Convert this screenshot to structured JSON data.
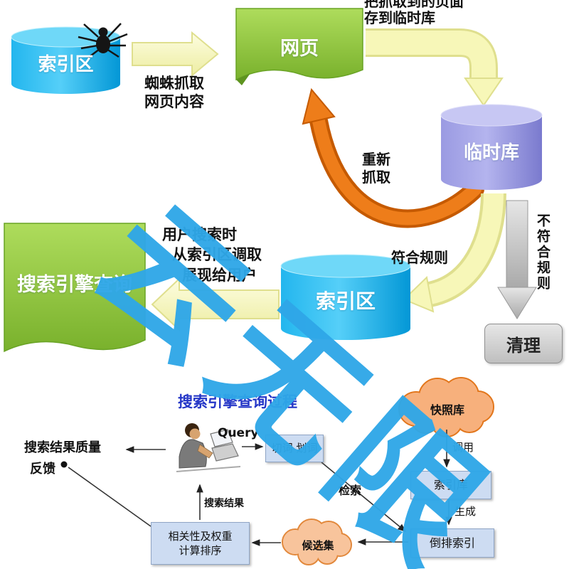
{
  "watermark": {
    "text": "云无限"
  },
  "colors": {
    "watermark_blue": "#2FA7E8",
    "cylinder_cyan": "#00AEEF",
    "cylinder_purple": "#8D8DDB",
    "document_green": "#8CC63F",
    "arrow_yellow": "#F7F7B8",
    "arrow_orange": "#EE7D1A",
    "arrow_gray": "#BFBFBF",
    "mini_box_blue": "#CDDCF2",
    "cloud_orange": "#F7B07C"
  },
  "top_flow": {
    "index_db1": "索引区",
    "webpage_doc": "网页",
    "temp_db": "临时库",
    "index_db2": "索引区",
    "query_doc": "搜索引擎查询",
    "clean_box": "清理",
    "crawl_label_line1": "蜘蛛抓取",
    "crawl_label_line2": "网页内容",
    "store_label_line1": "把抓取到的页面",
    "store_label_line2": "存到临时库",
    "recrawl_line1": "重新",
    "recrawl_line2": "抓取",
    "match_rule_label": "符合规则",
    "not_match_rule_label": "不符合规则",
    "mid_note_line1": "用户搜索时",
    "mid_note_line2": "从索引区调取",
    "mid_note_line3": "展现给用户"
  },
  "bottom_flow": {
    "title": "搜索引擎查询过程",
    "query_label": "Query",
    "segment_box": "切词 划词",
    "snapshot_cloud": "快照库",
    "index_box": "索引库",
    "inverted_index_box": "倒排索引",
    "candidate_cloud": "候选集",
    "rank_box_line1": "相关性及权重",
    "rank_box_line2": "计算排序",
    "search_result_label": "搜索结果",
    "retrieve_label": "检索",
    "call_label": "调用",
    "generate_label": "生成",
    "result_quality_line1": "搜索结果质量",
    "result_quality_line2": "反馈"
  }
}
